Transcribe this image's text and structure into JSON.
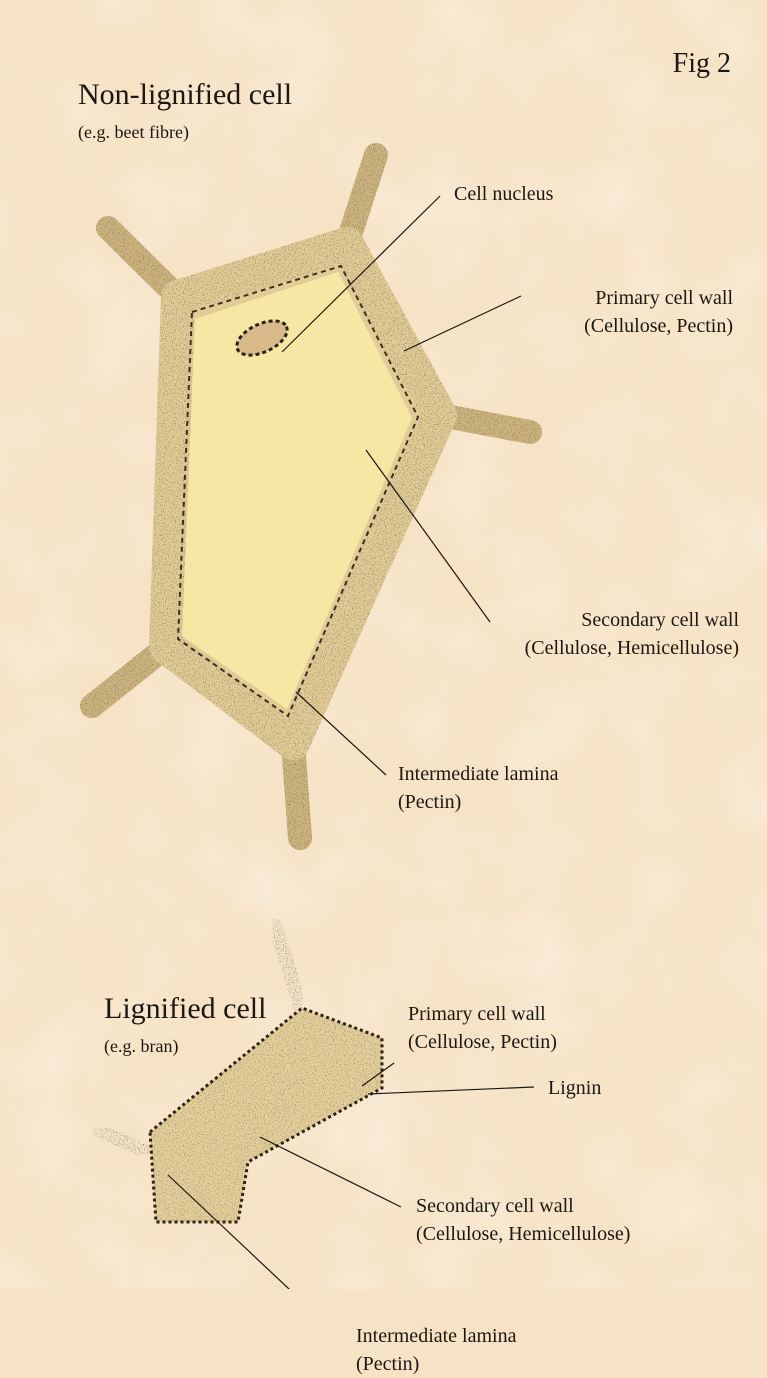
{
  "figure_label": "Fig 2",
  "colors": {
    "paper": "#f6e2c4",
    "cell_interior": "#f6e8a4",
    "wall": "#e2cc96",
    "stipple": "#2a2216",
    "leader": "#1c1712"
  },
  "non_lignified": {
    "title": "Non-lignified cell",
    "example": "(e.g. beet fibre)",
    "labels": {
      "nucleus": "Cell nucleus",
      "primary_wall": [
        "Primary cell wall",
        "(Cellulose, Pectin)"
      ],
      "secondary_wall": [
        "Secondary cell wall",
        "(Cellulose, Hemicellulose)"
      ],
      "intermediate_lamina": [
        "Intermediate lamina",
        "(Pectin)"
      ]
    }
  },
  "lignified": {
    "title": "Lignified cell",
    "example": "(e.g. bran)",
    "labels": {
      "primary_wall": [
        "Primary cell wall",
        "(Cellulose, Pectin)"
      ],
      "lignin": "Lignin",
      "secondary_wall": [
        "Secondary cell wall",
        "(Cellulose, Hemicellulose)"
      ],
      "intermediate_lamina": [
        "Intermediate lamina",
        "(Pectin)"
      ]
    }
  }
}
